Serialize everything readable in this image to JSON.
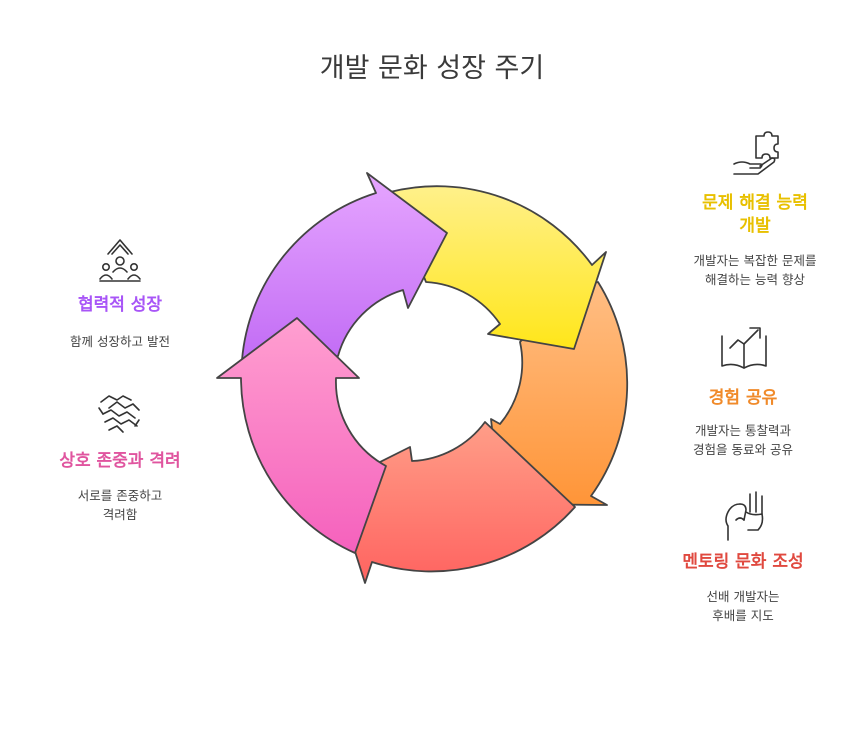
{
  "title": "개발 문화 성장 주기",
  "colors": {
    "purple": "#a855f7",
    "yellow": "#e8c000",
    "orange": "#f08a2a",
    "red": "#e0493f",
    "pink": "#e0559f"
  },
  "stages": {
    "collab": {
      "label": "협력적 성장",
      "desc": "함께 성장하고 발전",
      "icon": "people-growth-icon"
    },
    "respect": {
      "label": "상호 존중과 격려",
      "desc_line1": "서로를 존중하고",
      "desc_line2": "격려함",
      "icon": "handshake-icon"
    },
    "problem": {
      "label_line1": "문제 해결 능력",
      "label_line2": "개발",
      "desc_line1": "개발자는 복잡한 문제를",
      "desc_line2": "해결하는 능력 향상",
      "icon": "puzzle-hand-icon"
    },
    "experience": {
      "label": "경험 공유",
      "desc_line1": "개발자는 통찰력과",
      "desc_line2": "경험을 동료와 공유",
      "icon": "open-book-icon"
    },
    "mentoring": {
      "label": "멘토링 문화 조성",
      "desc_line1": "선배 개발자는",
      "desc_line2": "후배를 지도",
      "icon": "guiding-hand-icon"
    }
  }
}
